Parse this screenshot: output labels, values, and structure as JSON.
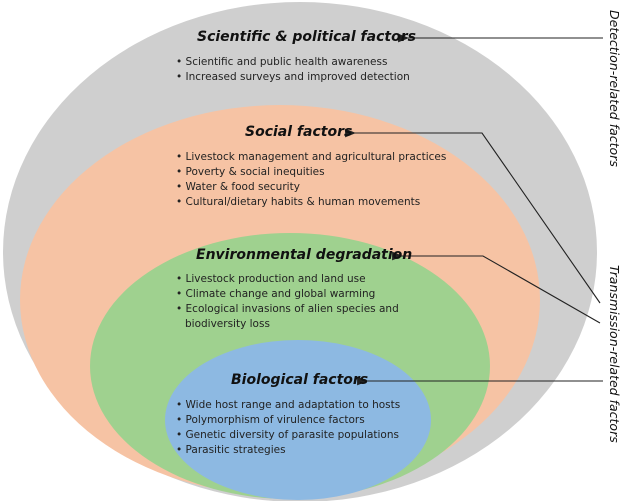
{
  "colors": {
    "outer": "#cfcfcf",
    "social": "#f6c3a4",
    "environmental": "#9fd18f",
    "biological": "#8db9e2"
  },
  "layers": [
    {
      "title": "Scientific & political factors",
      "items": [
        "Scientific and public health awareness",
        "Increased surveys and improved detection"
      ]
    },
    {
      "title": "Social factors",
      "items": [
        "Livestock management and agricultural practices",
        "Poverty & social inequities",
        "Water & food security",
        "Cultural/dietary habits & human movements"
      ]
    },
    {
      "title": "Environmental degradation",
      "items": [
        "Livestock production and land use",
        "Climate change and global warming",
        "Ecological invasions of alien species and",
        "biodiversity loss"
      ]
    },
    {
      "title": "Biological factors",
      "items": [
        "Wide host range and adaptation to hosts",
        "Polymorphism of virulence factors",
        "Genetic diversity of parasite populations",
        "Parasitic strategies"
      ]
    }
  ],
  "side_labels": {
    "detection": "Detection-related factors",
    "transmission": "Transmission-related factors"
  }
}
